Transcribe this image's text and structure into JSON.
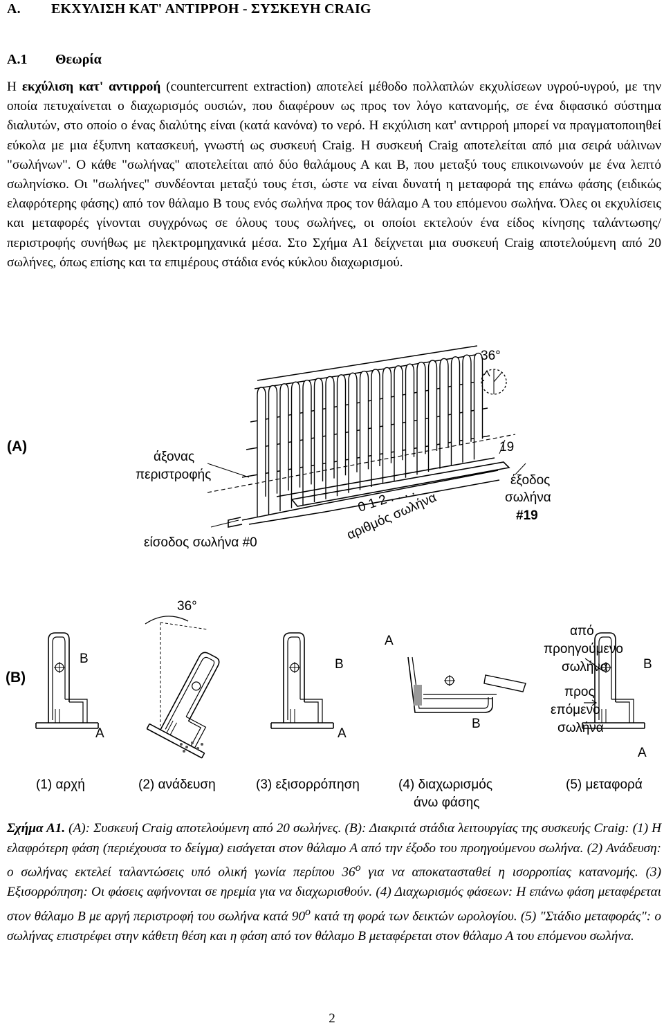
{
  "section": {
    "number": "A.",
    "title": "ΕΚΧΥΛΙΣΗ ΚΑΤ' ΑΝΤΙΡΡΟΗ - ΣΥΣΚΕΥΗ CRAIG"
  },
  "subsection": {
    "number": "A.1",
    "title": "Θεωρία"
  },
  "body": {
    "intro_prefix": "Η ",
    "term": "εκχύλιση κατ' αντιρροή",
    "text": " (countercurrent extraction) αποτελεί μέθοδο πολλαπλών εκχυλίσεων υγρού-υγρού, με την οποία πετυχαίνεται ο διαχωρισμός ουσιών, που διαφέρουν ως προς τον λόγο κατανομής, σε ένα διφασικό σύστημα διαλυτών, στο οποίο ο ένας διαλύτης είναι (κατά κανόνα) το νερό. Η εκχύλιση κατ' αντιρροή μπορεί να πραγματοποιηθεί εύκολα με μια έξυπνη κατασκευή, γνωστή ως συσκευή Craig. Η συσκευή Craig αποτελείται από μια σειρά υάλινων \"σωλήνων\". Ο κάθε \"σωλήνας\" αποτελείται από δύο θαλάμους Α και Β, που μεταξύ τους επικοινωνούν με ένα λεπτό σωληνίσκο. Οι \"σωλήνες\" συνδέονται μεταξύ τους έτσι, ώστε να είναι δυνατή η μεταφορά της επάνω φάσης (ειδικώς ελαφρότερης φάσης) από τον θάλαμο Β τους ενός σωλήνα προς τον θάλαμο Α του επόμενου σωλήνα. Όλες οι εκχυλίσεις και μεταφορές γίνονται συγχρόνως σε όλους τους σωλήνες, οι οποίοι εκτελούν ένα είδος κίνησης ταλάντωσης/περιστροφής συνήθως με ηλεκτρομηχανικά μέσα. Στο Σχήμα Α1 δείχνεται μια συσκευή Craig αποτελούμενη από 20 σωλήνες, όπως επίσης και τα επιμέρους στάδια ενός κύκλου διαχωρισμού."
  },
  "figure": {
    "panel_a": {
      "label": "(A)",
      "angle": "36°",
      "tube_last": "19",
      "axis_label_1": "άξονας",
      "axis_label_2": "περιστροφής",
      "tube_numbers": "0 1 2 . . . .",
      "tube_number_label": "αριθμός σωλήνα",
      "inlet": "είσοδος σωλήνα #0",
      "outlet_1": "έξοδος",
      "outlet_2": "σωλήνα",
      "outlet_3": "#19"
    },
    "panel_b": {
      "label": "(B)",
      "angle": "36°",
      "chamber_a": "A",
      "chamber_b": "B",
      "from_prev_1": "από",
      "from_prev_2": "προηγούμενο",
      "from_prev_3": "σωλήνα",
      "to_next_1": "προς",
      "to_next_2": "επόμενο",
      "to_next_3": "σωλήνα",
      "stages": [
        "(1) αρχή",
        "(2) ανάδευση",
        "(3) εξισορρόπηση",
        "(4) διαχωρισμός",
        "(5) μεταφορά"
      ],
      "stage4_line2": "άνω φάσης"
    }
  },
  "caption": {
    "title": "Σχήμα Α1.",
    "text": " (A): Συσκευή Craig αποτελούμενη από 20 σωλήνες. (B): Διακριτά στάδια λειτουργίας της συσκευής Craig: (1) Η ελαφρότερη φάση (περιέχουσα το δείγμα) εισάγεται στον θάλαμο Α από την έξοδο του προηγούμενου σωλήνα. (2) Ανάδευση: ο σωλήνας εκτελεί ταλαντώσεις υπό ολική γωνία περίπου 36",
    "sup1": "ο",
    "text2": " για να αποκατασταθεί η ισορροπίας κατανομής. (3) Εξισορρόπηση: Οι φάσεις αφήνονται σε ηρεμία για να διαχωρισθούν. (4) Διαχωρισμός φάσεων: Η επάνω φάση μεταφέρεται στον θάλαμο Β με αργή περιστροφή του σωλήνα κατά 90",
    "sup2": "ο",
    "text3": " κατά τη φορά των δεικτών ωρολογίου. (5) \"Στάδιο μεταφοράς\": ο σωλήνας επιστρέφει στην κάθετη θέση και η φάση από τον θάλαμο Β μεταφέρεται στον θάλαμο Α του επόμενου σωλήνα."
  },
  "page_number": "2"
}
